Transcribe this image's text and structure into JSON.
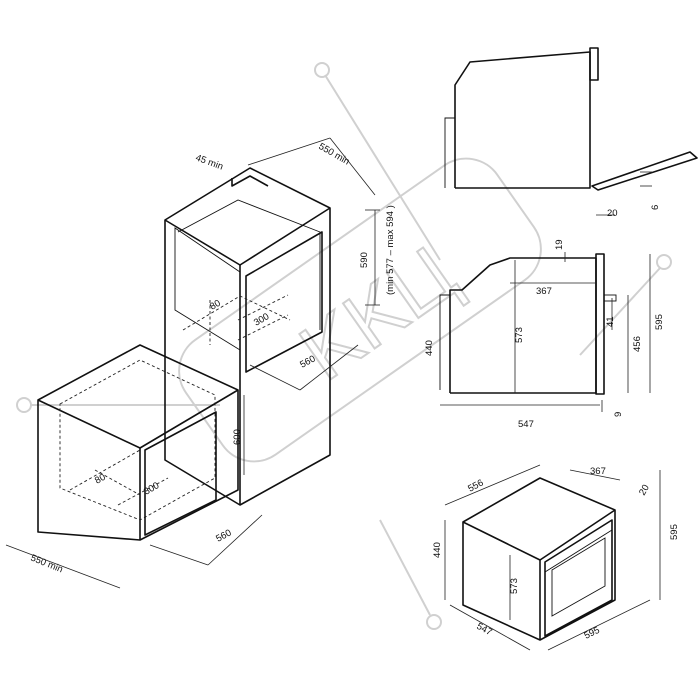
{
  "watermark": {
    "text": "KKЦ",
    "color": "#d0d0d0"
  },
  "column_installation": {
    "depth_top": "45 min",
    "width": "550 min",
    "height_range": "(min 577 – max 594 )",
    "height": "590",
    "shelf_depth": "80",
    "opening_width": "300",
    "base_depth": "560"
  },
  "undercounter_installation": {
    "height": "600",
    "shelf_depth": "80",
    "opening_width": "300",
    "base_depth": "560",
    "width": "550 min"
  },
  "side_view": {
    "door_offset": "20",
    "top_gap": "19",
    "depth_inner": "367",
    "body_height": "573",
    "total_height": "595",
    "door_height": "456",
    "handle": "41",
    "back_height": "440",
    "depth_total": "547",
    "bottom_gap": "9",
    "door_open": "6"
  },
  "iso_view": {
    "width_top": "556",
    "depth_inner": "367",
    "door_thick": "20",
    "height": "595",
    "back_height": "440",
    "body_height": "573",
    "depth": "547",
    "front_width": "595"
  }
}
